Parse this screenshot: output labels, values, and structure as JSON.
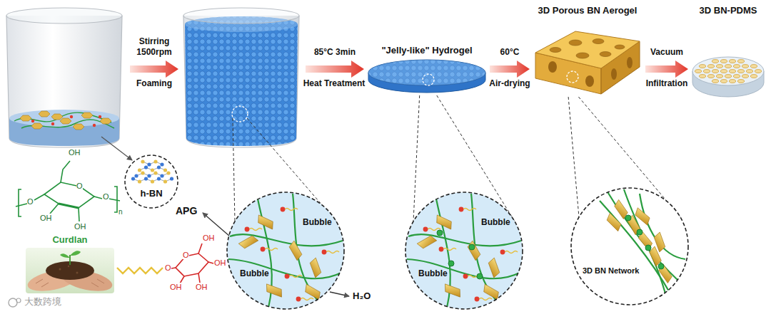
{
  "diagram": {
    "nodes": [
      {
        "text": [
          "\"Jelly-like\" Hydrogel"
        ]
      },
      {
        "text": [
          "3D Porous BN Aerogel"
        ]
      },
      {
        "text": [
          "3D BN-PDMS"
        ]
      },
      {
        "text": [
          "h-BN"
        ]
      },
      {
        "text": [
          "Bubble",
          "Bubble"
        ]
      },
      {
        "text": [
          "Bubble",
          "Bubble"
        ]
      },
      {
        "text": [
          "3D BN Network"
        ]
      }
    ],
    "edges": [
      {
        "from": 0,
        "to": 1,
        "arrow": "to",
        "label": "60°C"
      },
      {
        "from": 1,
        "to": 2,
        "arrow": "to",
        "label": "Vacuum"
      },
      {
        "from": 0,
        "to": 5,
        "arrow": "none"
      },
      {
        "from": 1,
        "to": 6,
        "arrow": "none"
      }
    ],
    "labels": [
      "Stirring",
      "1500rpm",
      "Foaming",
      "85°C 3min",
      "Heat Treatment",
      "Air-drying",
      "Infiltration",
      "Curdlan",
      "APG",
      "H₂O",
      "OH",
      "O",
      "O",
      "OH",
      "OH",
      "O",
      "n",
      "O",
      "O",
      "OH",
      "OH",
      "OH",
      "OH",
      "大数跨境"
    ]
  }
}
